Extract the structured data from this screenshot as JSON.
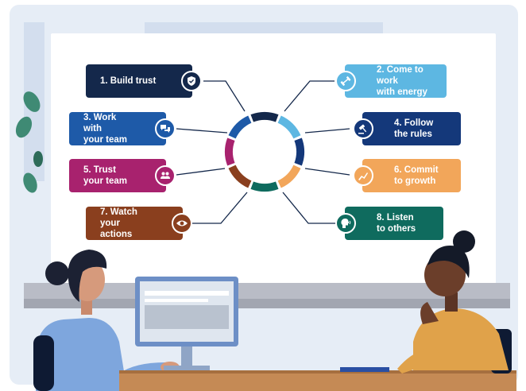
{
  "steps": [
    {
      "label": "1. Build trust",
      "color": "#14284b",
      "icon": "shield-check-icon"
    },
    {
      "label": "2. Come to work\nwith energy",
      "color": "#5db7e2",
      "icon": "dumbbell-icon"
    },
    {
      "label": "3. Work with\nyour team",
      "color": "#1e5aa8",
      "icon": "chat-bubbles-icon"
    },
    {
      "label": "4. Follow\nthe rules",
      "color": "#14387a",
      "icon": "gavel-icon"
    },
    {
      "label": "5. Trust\nyour team",
      "color": "#a8226e",
      "icon": "people-icon"
    },
    {
      "label": "6. Commit\nto growth",
      "color": "#f2a65a",
      "icon": "growth-chart-icon"
    },
    {
      "label": "7. Watch\nyour actions",
      "color": "#8a3f1e",
      "icon": "eye-icon"
    },
    {
      "label": "8. Listen\nto others",
      "color": "#0f6b5e",
      "icon": "listening-head-icon"
    }
  ]
}
